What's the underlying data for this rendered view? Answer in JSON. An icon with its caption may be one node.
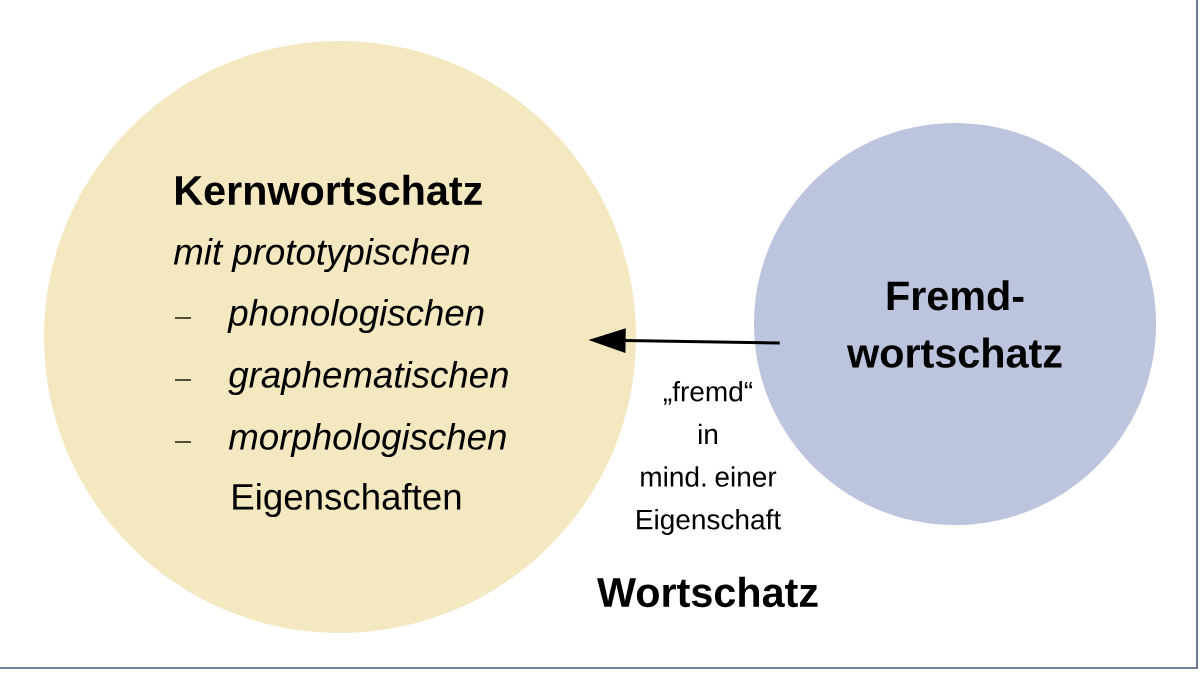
{
  "diagram": {
    "nodes": [
      {
        "text": [
          "Kernwortschatz",
          "mit prototypischen",
          "phonologischen",
          "graphematischen",
          "morphologischen",
          "Eigenschaften"
        ]
      },
      {
        "text": [
          "Fremd- wortschatz"
        ]
      }
    ],
    "edges": [
      {
        "from": 1,
        "to": 0,
        "arrow": "to",
        "label": "„fremd“ in mind. einer Eigenschaft"
      }
    ],
    "labels": [
      "Wortschatz"
    ]
  }
}
